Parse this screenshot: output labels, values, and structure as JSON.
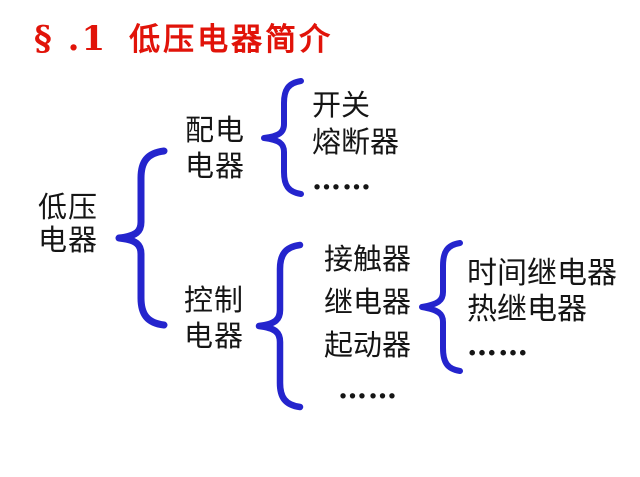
{
  "colors": {
    "background": "#ffffff",
    "title_red": "#e11309",
    "brace_blue": "#2424cd",
    "text_black": "#151515"
  },
  "title": {
    "section": "§ .1",
    "text": "低压电器简介"
  },
  "tree": {
    "root": {
      "lines": [
        "低压",
        "电器"
      ]
    },
    "distribution": {
      "label_lines": [
        "配电",
        "电器"
      ],
      "children": [
        "开关",
        "熔断器",
        "……"
      ]
    },
    "control": {
      "label_lines": [
        "控制",
        "电器"
      ],
      "children": [
        "接触器",
        "继电器",
        "起动器",
        "……"
      ]
    },
    "relay": {
      "children": [
        "时间继电器",
        "热继电器",
        "……"
      ]
    }
  }
}
